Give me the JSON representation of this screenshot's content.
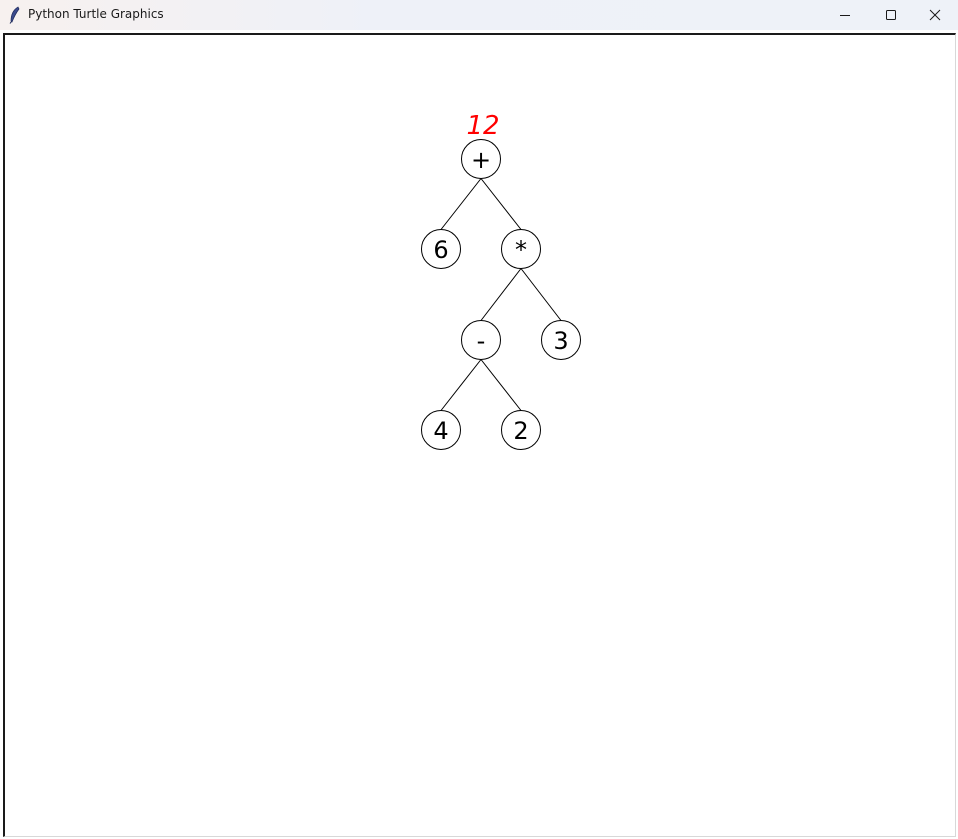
{
  "window": {
    "title": "Python Turtle Graphics",
    "icon": "feather-icon",
    "controls": {
      "minimize_icon": "minimize-icon",
      "maximize_icon": "maximize-icon",
      "close_icon": "close-icon"
    }
  },
  "canvas": {
    "background": "#ffffff",
    "result": {
      "text": "12",
      "color": "#ff0000"
    },
    "tree": {
      "nodes": [
        {
          "id": "root",
          "label": "+"
        },
        {
          "id": "n6",
          "label": "6"
        },
        {
          "id": "mul",
          "label": "*"
        },
        {
          "id": "sub",
          "label": "-"
        },
        {
          "id": "n3",
          "label": "3"
        },
        {
          "id": "n4",
          "label": "4"
        },
        {
          "id": "n2",
          "label": "2"
        }
      ],
      "edges": [
        [
          "root",
          "n6"
        ],
        [
          "root",
          "mul"
        ],
        [
          "mul",
          "sub"
        ],
        [
          "mul",
          "n3"
        ],
        [
          "sub",
          "n4"
        ],
        [
          "sub",
          "n2"
        ]
      ]
    }
  }
}
